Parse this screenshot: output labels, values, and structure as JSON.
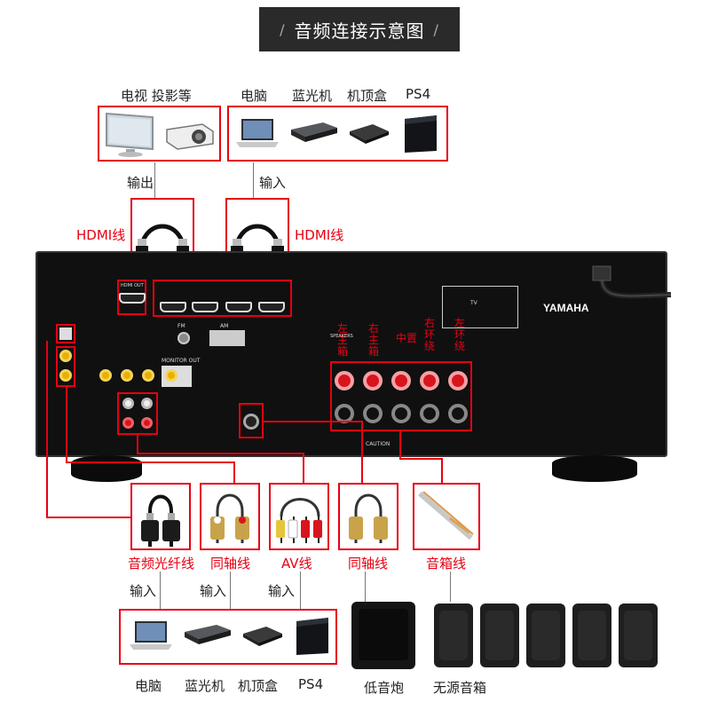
{
  "title": "音频连接示意图",
  "top": {
    "output_group_label": "电视 投影等",
    "input_group_labels": [
      "电脑",
      "蓝光机",
      "机顶盒",
      "PS4"
    ],
    "output_arrow_label": "输出",
    "input_arrow_label": "输入",
    "hdmi_label_left": "HDMI线",
    "hdmi_label_right": "HDMI线"
  },
  "receiver": {
    "brand": "YAMAHA",
    "speaker_labels": [
      "左主箱",
      "右主箱",
      "中置",
      "右环绕",
      "左环绕"
    ],
    "caution": "CAUTION",
    "hdmi_out_label": "HDMI OUT",
    "speakers_label": "SPEAKERS",
    "monitor_out_label": "MONITOR OUT",
    "fm_label": "FM",
    "am_label": "AM",
    "tv_label": "TV"
  },
  "cables": {
    "labels": [
      "音频光纤线",
      "同轴线",
      "AV线",
      "同轴线",
      "音箱线"
    ],
    "input_labels": [
      "输入",
      "输入",
      "输入"
    ]
  },
  "bottom": {
    "device_labels": [
      "电脑",
      "蓝光机",
      "机顶盒",
      "PS4"
    ],
    "subwoofer_label": "低音炮",
    "passive_label": "无源音箱"
  },
  "colors": {
    "accent": "#e60012",
    "panel": "#101010"
  }
}
